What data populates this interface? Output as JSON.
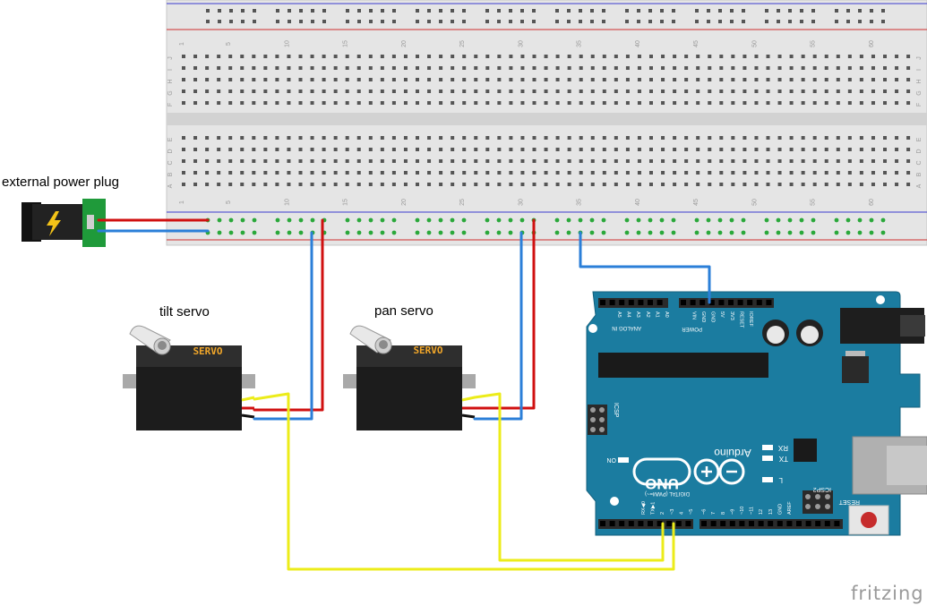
{
  "labels": {
    "power_plug": "external power plug",
    "tilt_servo": "tilt servo",
    "pan_servo": "pan servo"
  },
  "servo_text": "SERVO",
  "breadboard": {
    "column_numbers": [
      "1",
      "5",
      "10",
      "15",
      "20",
      "25",
      "30",
      "35",
      "40",
      "45",
      "50",
      "55",
      "60"
    ],
    "row_letters_top": [
      "J",
      "I",
      "H",
      "G",
      "F"
    ],
    "row_letters_bottom": [
      "E",
      "D",
      "C",
      "B",
      "A"
    ]
  },
  "arduino": {
    "brand": "Arduino",
    "model": "UNO",
    "reset_label": "RESET",
    "icsp_label": "ICSP",
    "icsp2_label": "ICSP2",
    "digital_label": "DIGITAL (PWM=~)",
    "analog_label": "ANALOG IN",
    "power_label": "POWER",
    "on_label": "ON",
    "tx_label": "TX",
    "rx_label": "RX",
    "l_label": "L",
    "power_pins": [
      "IOREF",
      "RESET",
      "3V3",
      "5V",
      "GND",
      "GND",
      "VIN"
    ],
    "analog_pins": [
      "A0",
      "A1",
      "A2",
      "A3",
      "A4",
      "A5"
    ],
    "digital_pins": [
      "AREF",
      "GND",
      "13",
      "12",
      "~11",
      "~10",
      "~9",
      "8",
      "7",
      "~6",
      "~5",
      "4",
      "~3",
      "2",
      "TX▶1",
      "RX◀0"
    ]
  },
  "watermark": "fritzing",
  "colors": {
    "wire_red": "#d01010",
    "wire_blue": "#2b7fd8",
    "wire_yellow": "#ecec1a",
    "arduino_teal": "#1b7ca0",
    "breadboard": "#e4e4e4",
    "rail_blue": "#3a3ad0",
    "rail_red": "#d03030",
    "servo_body": "#1c1c1c",
    "servo_text": "#f0a62a",
    "pcb_green": "#1f9a3a"
  },
  "icons": [
    "lightning-bolt-icon"
  ]
}
